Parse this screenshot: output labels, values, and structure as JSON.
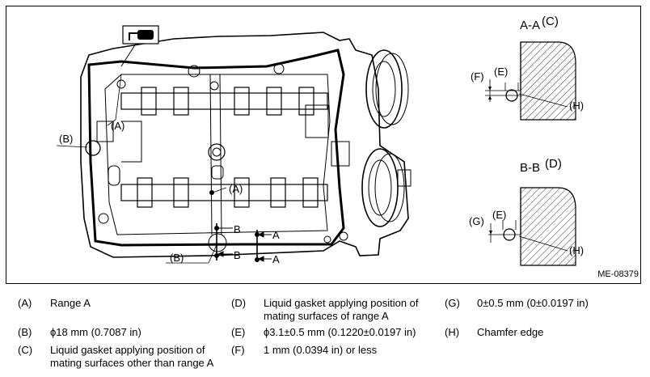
{
  "figure": {
    "figure_id": "ME-08379",
    "main_labels": {
      "a_top": "(A)",
      "a_mid": "(A)",
      "b_left": "(B)",
      "b_bottom": "(B)",
      "cut_b1": "B",
      "cut_b2": "B",
      "cut_a1": "A",
      "cut_a2": "A"
    },
    "section_aa": {
      "title": "A-A",
      "sub": "(C)",
      "f": "(F)",
      "e": "(E)",
      "h": "(H)"
    },
    "section_bb": {
      "title": "B-B",
      "sub": "(D)",
      "g": "(G)",
      "e": "(E)",
      "h": "(H)"
    },
    "icon": "liquid-gasket-applicator-icon"
  },
  "legend": [
    {
      "key": "(A)",
      "text": "Range A"
    },
    {
      "key": "(B)",
      "text": "ϕ18 mm (0.7087 in)"
    },
    {
      "key": "(C)",
      "text": "Liquid gasket applying position of\nmating surfaces other than range A"
    },
    {
      "key": "(D)",
      "text": "Liquid gasket applying position of\nmating surfaces of range A"
    },
    {
      "key": "(E)",
      "text": "ϕ3.1±0.5 mm (0.1220±0.0197 in)"
    },
    {
      "key": "(F)",
      "text": "1 mm (0.0394 in) or less"
    },
    {
      "key": "(G)",
      "text": "0±0.5 mm (0±0.0197 in)"
    },
    {
      "key": "(H)",
      "text": "Chamfer edge"
    }
  ]
}
